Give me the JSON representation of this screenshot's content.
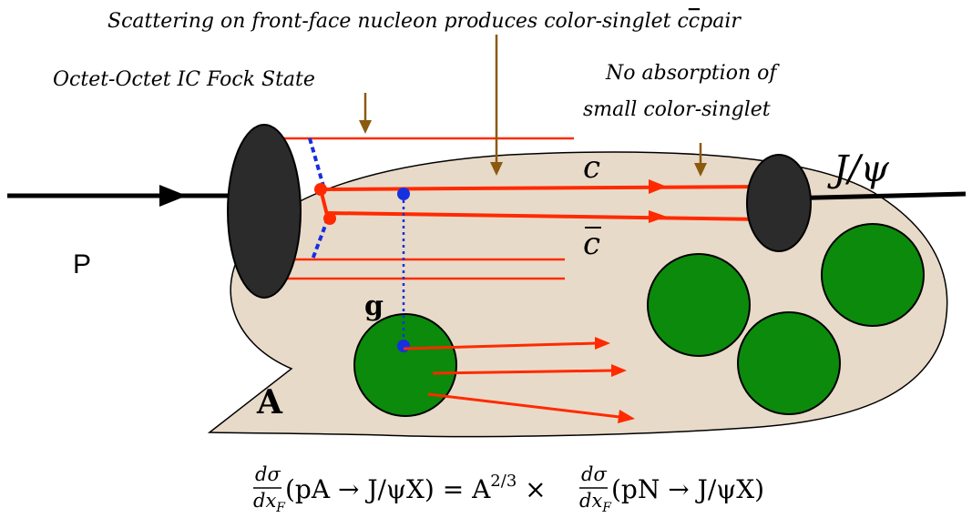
{
  "annotations": {
    "top": "Scattering on front-face nucleon produces color-singlet c",
    "top_cbar": "c",
    "top_tail": "pair",
    "left": "Octet-Octet IC Fock State",
    "right_line1": "No absorption of",
    "right_line2": "small color-singlet"
  },
  "labels": {
    "proton": "P",
    "charm": "c",
    "anticharm": "c",
    "gluon": "g",
    "nucleus": "A",
    "jpsi": "J/ψ"
  },
  "formula": {
    "lhs_num": "dσ",
    "lhs_den": "dx",
    "lhs_den_sub": "F",
    "lhs_process": "(pA → J/ψX) = A",
    "exponent": "2/3",
    "times": " × ",
    "rhs_num": "dσ",
    "rhs_den": "dx",
    "rhs_den_sub": "F",
    "rhs_process": "(pN → J/ψX)"
  },
  "colors": {
    "nucleus_fill": "#e8dac8",
    "nucleon_green": "#0b8a0b",
    "quark_red": "#ff2a00",
    "gluon_blue": "#1530e0",
    "arrow_brown": "#8b5a10",
    "hadron_dark": "#2b2b2b"
  }
}
